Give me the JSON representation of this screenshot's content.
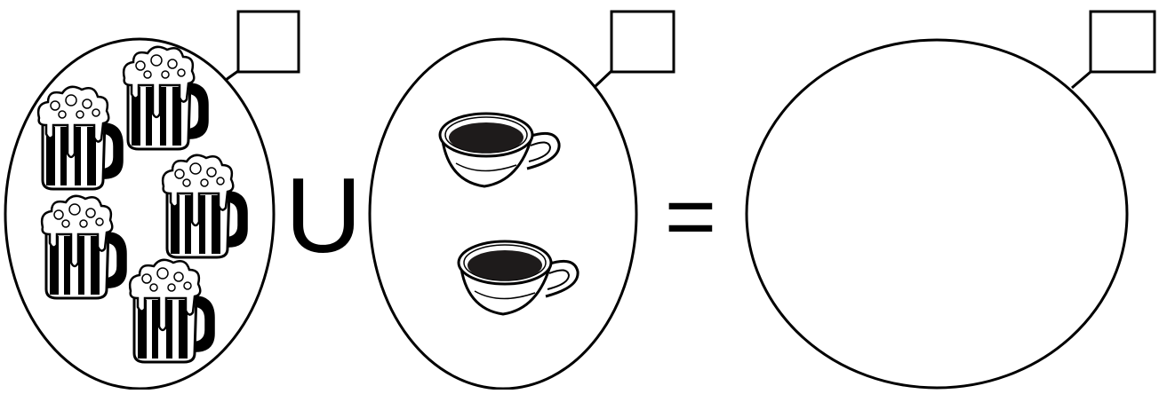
{
  "diagram": {
    "colors": {
      "stroke": "#000000",
      "background": "#ffffff",
      "coffee": "#1e1b1b"
    },
    "sets": [
      {
        "name": "set-a",
        "item_icon": "beer-mug-icon",
        "item_count": 5,
        "count_box": ""
      },
      {
        "name": "set-b",
        "item_icon": "coffee-cup-icon",
        "item_count": 2,
        "count_box": ""
      },
      {
        "name": "result-set",
        "item_icon": "",
        "item_count": 0,
        "count_box": ""
      }
    ],
    "union_symbol": "U",
    "equals_symbol": "="
  }
}
